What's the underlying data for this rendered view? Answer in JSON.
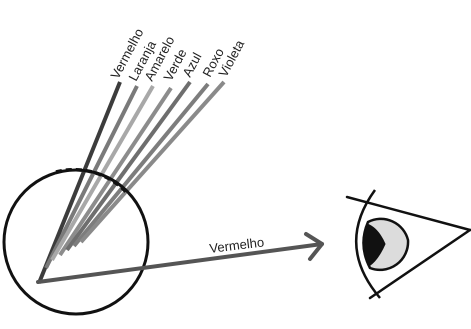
{
  "diagram": {
    "rays": [
      {
        "label": "Vermelho",
        "color": "#3c3c3c"
      },
      {
        "label": "Laranja",
        "color": "#7a7a7a"
      },
      {
        "label": "Amarelo",
        "color": "#a8a8a8"
      },
      {
        "label": "Verde",
        "color": "#8c8c8c"
      },
      {
        "label": "Azul",
        "color": "#6e6e6e"
      },
      {
        "label": "Roxo",
        "color": "#7d7d7d"
      },
      {
        "label": "Violeta",
        "color": "#8a8a8a"
      }
    ],
    "beam": {
      "label": "Vermelho",
      "color": "#555555"
    },
    "drop_outline_color": "#111111",
    "eye": {
      "iris_color": "#dcdcdc",
      "pupil_color": "#111111",
      "outline_color": "#111111"
    }
  }
}
